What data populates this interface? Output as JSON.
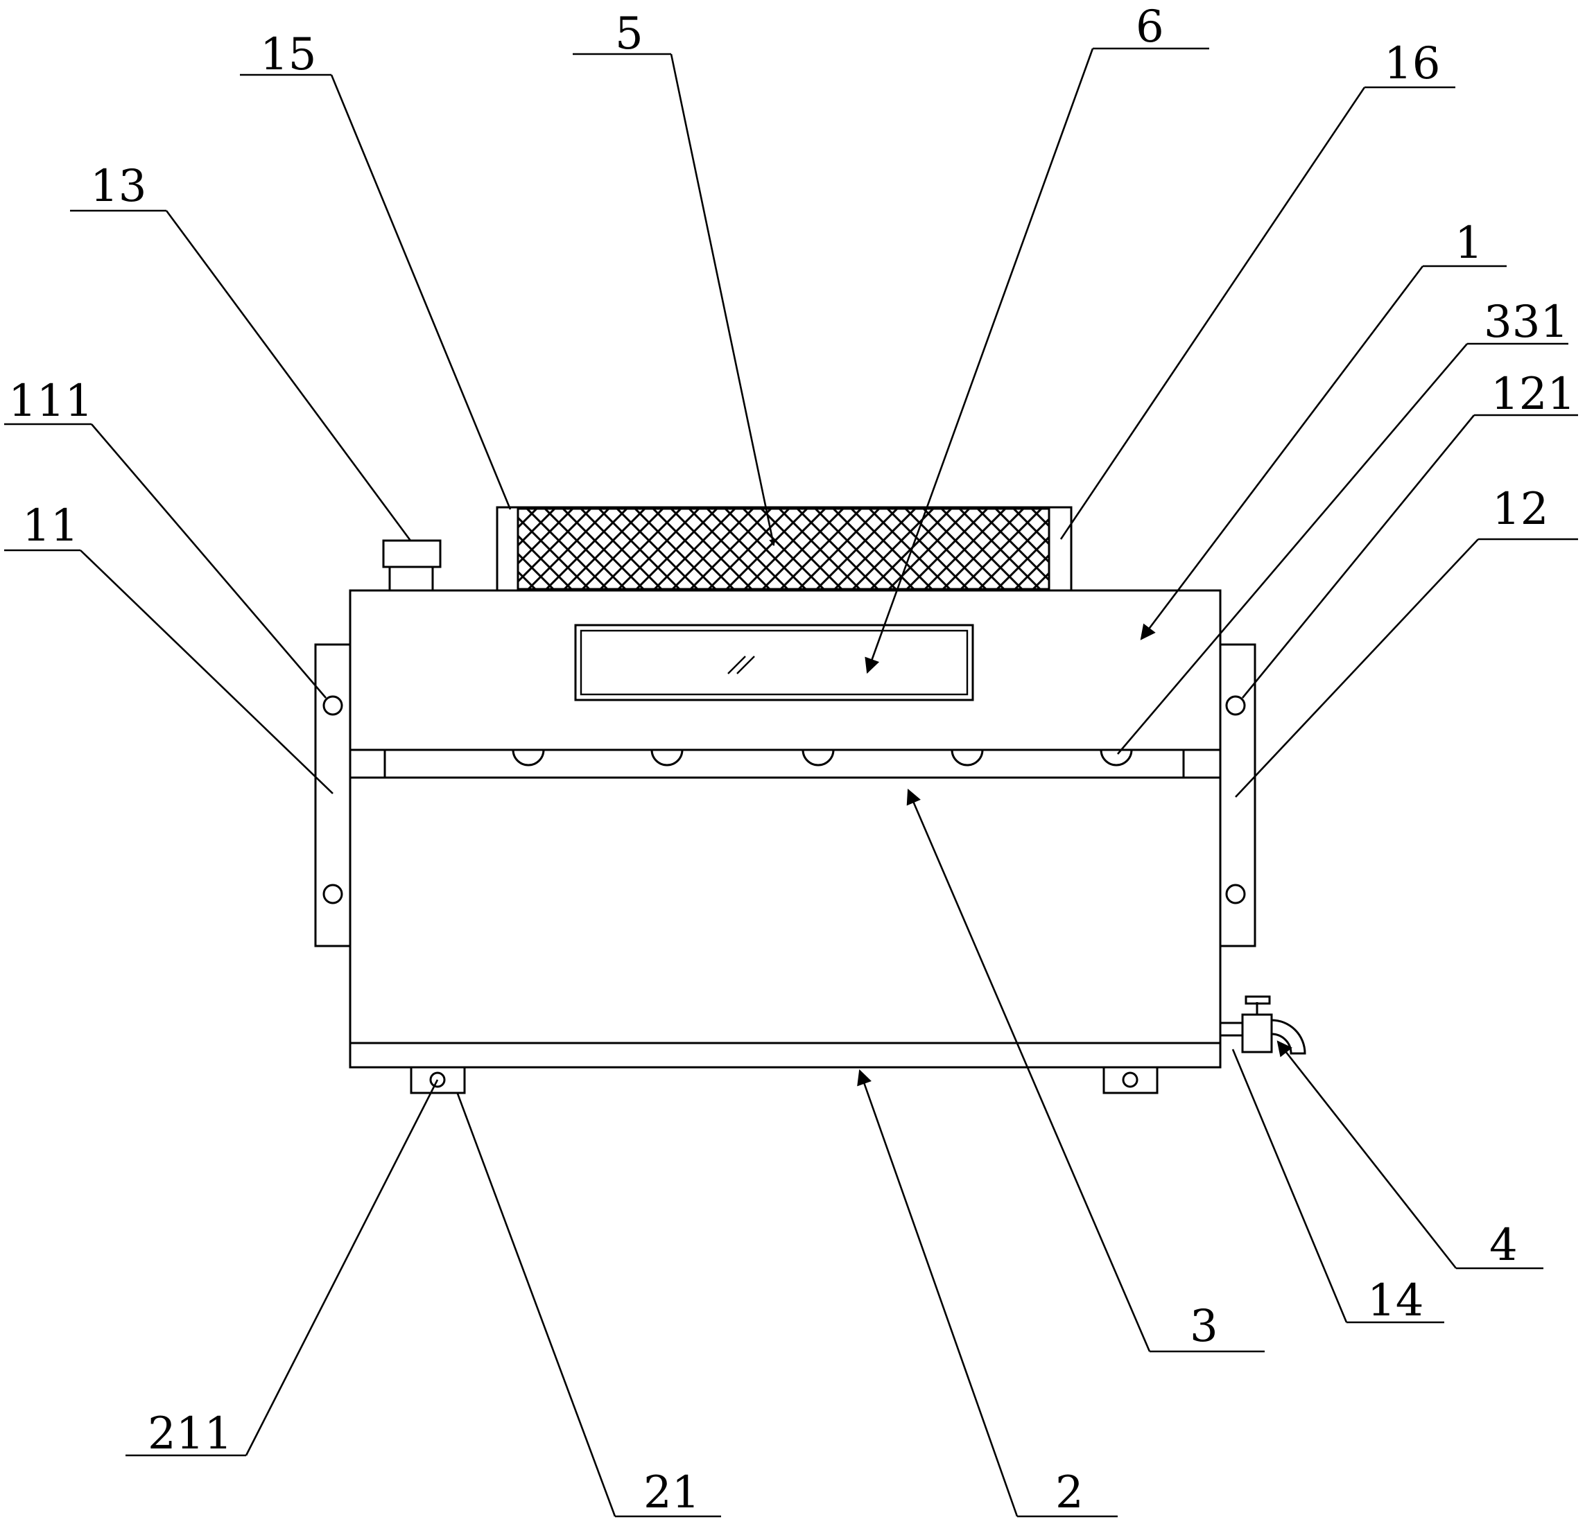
{
  "labels": {
    "l15": "15",
    "l5": "5",
    "l6": "6",
    "l16": "16",
    "l13": "13",
    "l1": "1",
    "l331": "331",
    "l111": "111",
    "l121": "121",
    "l11": "11",
    "l12": "12",
    "l4": "4",
    "l14": "14",
    "l3": "3",
    "l211": "211",
    "l21": "21",
    "l2": "2"
  }
}
